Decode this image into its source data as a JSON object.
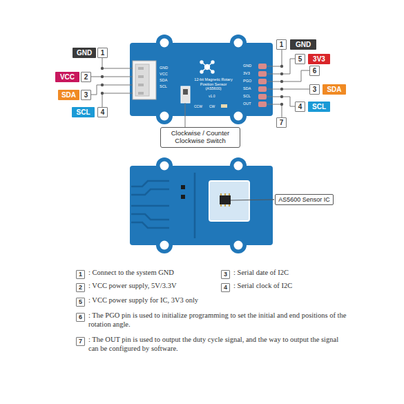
{
  "diagram": {
    "nodes": [
      {
        "text": [
          "GND"
        ]
      },
      {
        "text": [
          "1"
        ]
      },
      {
        "text": [
          "1"
        ]
      },
      {
        "text": [
          "GND"
        ]
      },
      {
        "text": [
          "5"
        ]
      },
      {
        "text": [
          "3V3"
        ]
      },
      {
        "text": [
          "VCC"
        ]
      },
      {
        "text": [
          "2"
        ]
      },
      {
        "text": [
          "6"
        ]
      },
      {
        "text": [
          "SDA"
        ]
      },
      {
        "text": [
          "3"
        ]
      },
      {
        "text": [
          "3"
        ]
      },
      {
        "text": [
          "SDA"
        ]
      },
      {
        "text": [
          "SCL"
        ]
      },
      {
        "text": [
          "4"
        ]
      },
      {
        "text": [
          "4"
        ]
      },
      {
        "text": [
          "SCL"
        ]
      },
      {
        "text": [
          "7"
        ]
      },
      {
        "text": [
          "Clockwise / Counter Clockwise Switch"
        ]
      },
      {
        "text": [
          "AS5600 Sensor IC"
        ]
      },
      {
        "text": [
          "1"
        ]
      },
      {
        "text": [
          "3"
        ]
      },
      {
        "text": [
          "2"
        ]
      },
      {
        "text": [
          "4"
        ]
      },
      {
        "text": [
          "5"
        ]
      },
      {
        "text": [
          "6"
        ]
      },
      {
        "text": [
          "7"
        ]
      }
    ],
    "labels": [
      "GND",
      "VCC",
      "SDA",
      "SCL",
      "GND",
      "3V3",
      "PGO",
      "SDA",
      "SCL",
      "OUT",
      "12-bit Magnetic Rotary Position Sensor (AS5600)",
      "v1.0",
      "CCW",
      "CW",
      ": Connect to the system GND",
      ": Serial date of I2C",
      ": VCC power supply, 5V/3.3V",
      ": Serial clock of I2C",
      ": VCC power supply for IC, 3V3 only",
      ": The PGO pin is used to initialize programming to set the initial and end positions of the rotation angle.",
      ": The OUT pin is used to output the duty cycle signal, and the way to output the signal can be configured by software."
    ]
  }
}
